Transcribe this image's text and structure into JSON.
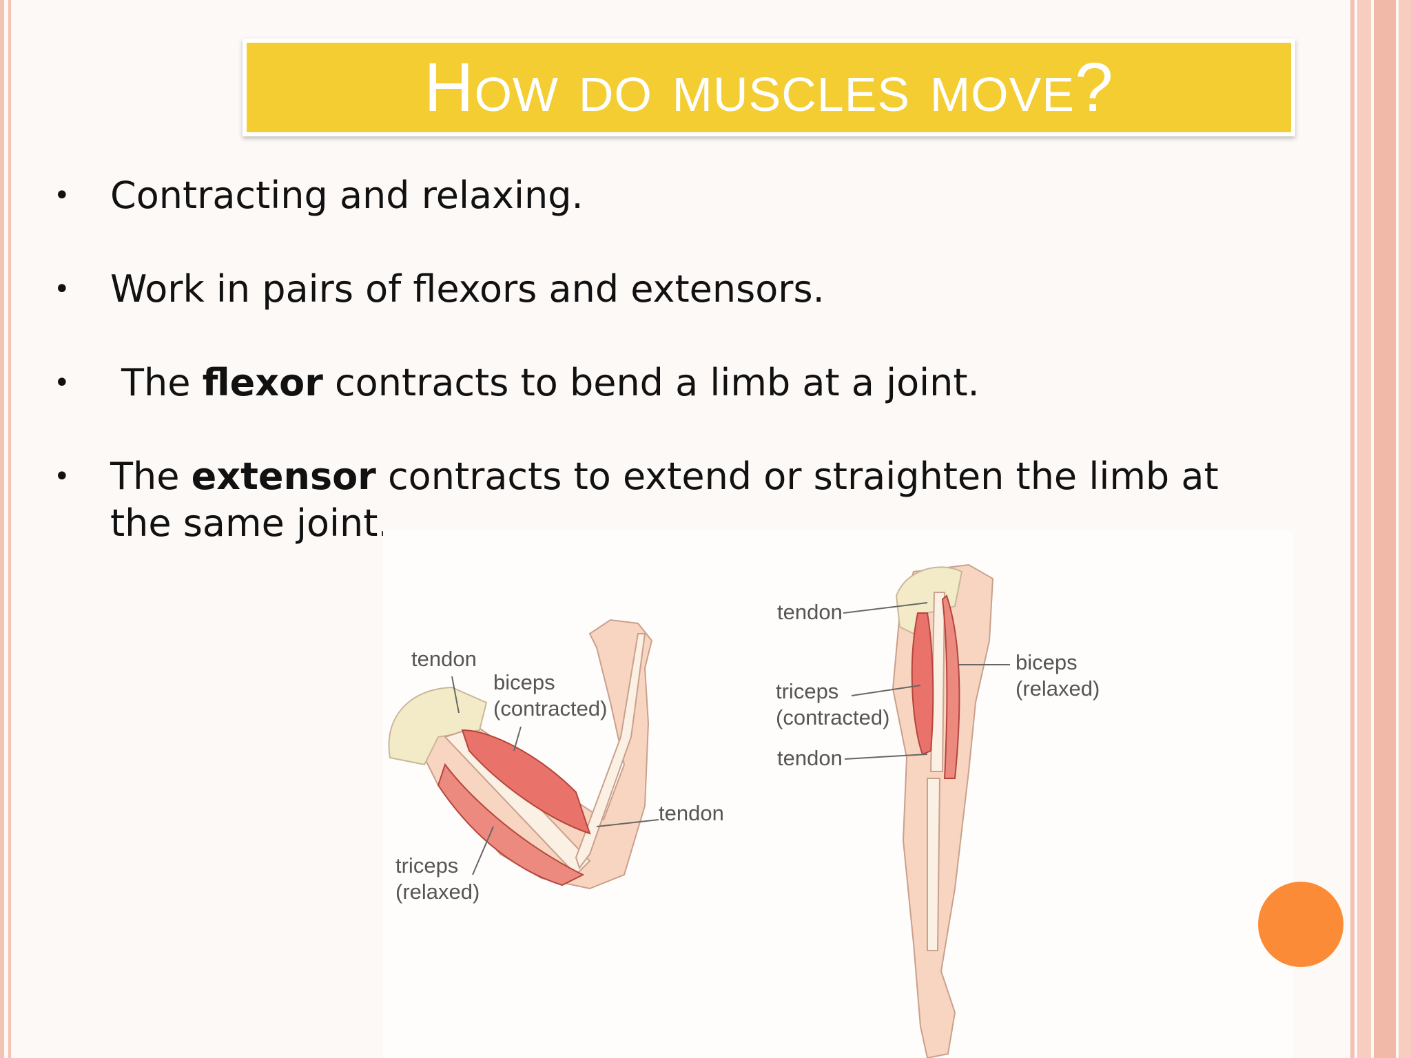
{
  "title": "How do muscles move?",
  "bullets": [
    {
      "parts": [
        {
          "text": "Contracting and relaxing.",
          "bold": false
        }
      ]
    },
    {
      "parts": [
        {
          "text": "Work in pairs of flexors and extensors.",
          "bold": false
        }
      ]
    },
    {
      "parts": [
        {
          "text": "The ",
          "bold": false
        },
        {
          "text": "flexor",
          "bold": true
        },
        {
          "text": " contracts to bend a limb at a joint.",
          "bold": false
        }
      ]
    },
    {
      "parts": [
        {
          "text": "The ",
          "bold": false
        },
        {
          "text": "extensor",
          "bold": true
        },
        {
          "text": " contracts to extend or straighten the limb at the same joint.",
          "bold": false
        }
      ]
    }
  ],
  "figure": {
    "bent_arm": {
      "tendon_top": "tendon",
      "biceps_name": "biceps",
      "biceps_state": "(contracted)",
      "tendon_elbow": "tendon",
      "triceps_name": "triceps",
      "triceps_state": "(relaxed)"
    },
    "straight_arm": {
      "tendon_top": "tendon",
      "triceps_name": "triceps",
      "triceps_state": "(contracted)",
      "tendon_lower": "tendon",
      "biceps_name": "biceps",
      "biceps_state": "(relaxed)"
    }
  },
  "colors": {
    "title_bar": "#f4cd32",
    "title_text": "#ffffff",
    "accent_circle": "#fb8b36",
    "frame_stripes": "#f3c3b4",
    "muscle": "#e9736a",
    "skin": "#f7d5c0",
    "bone": "#faf0e4"
  }
}
